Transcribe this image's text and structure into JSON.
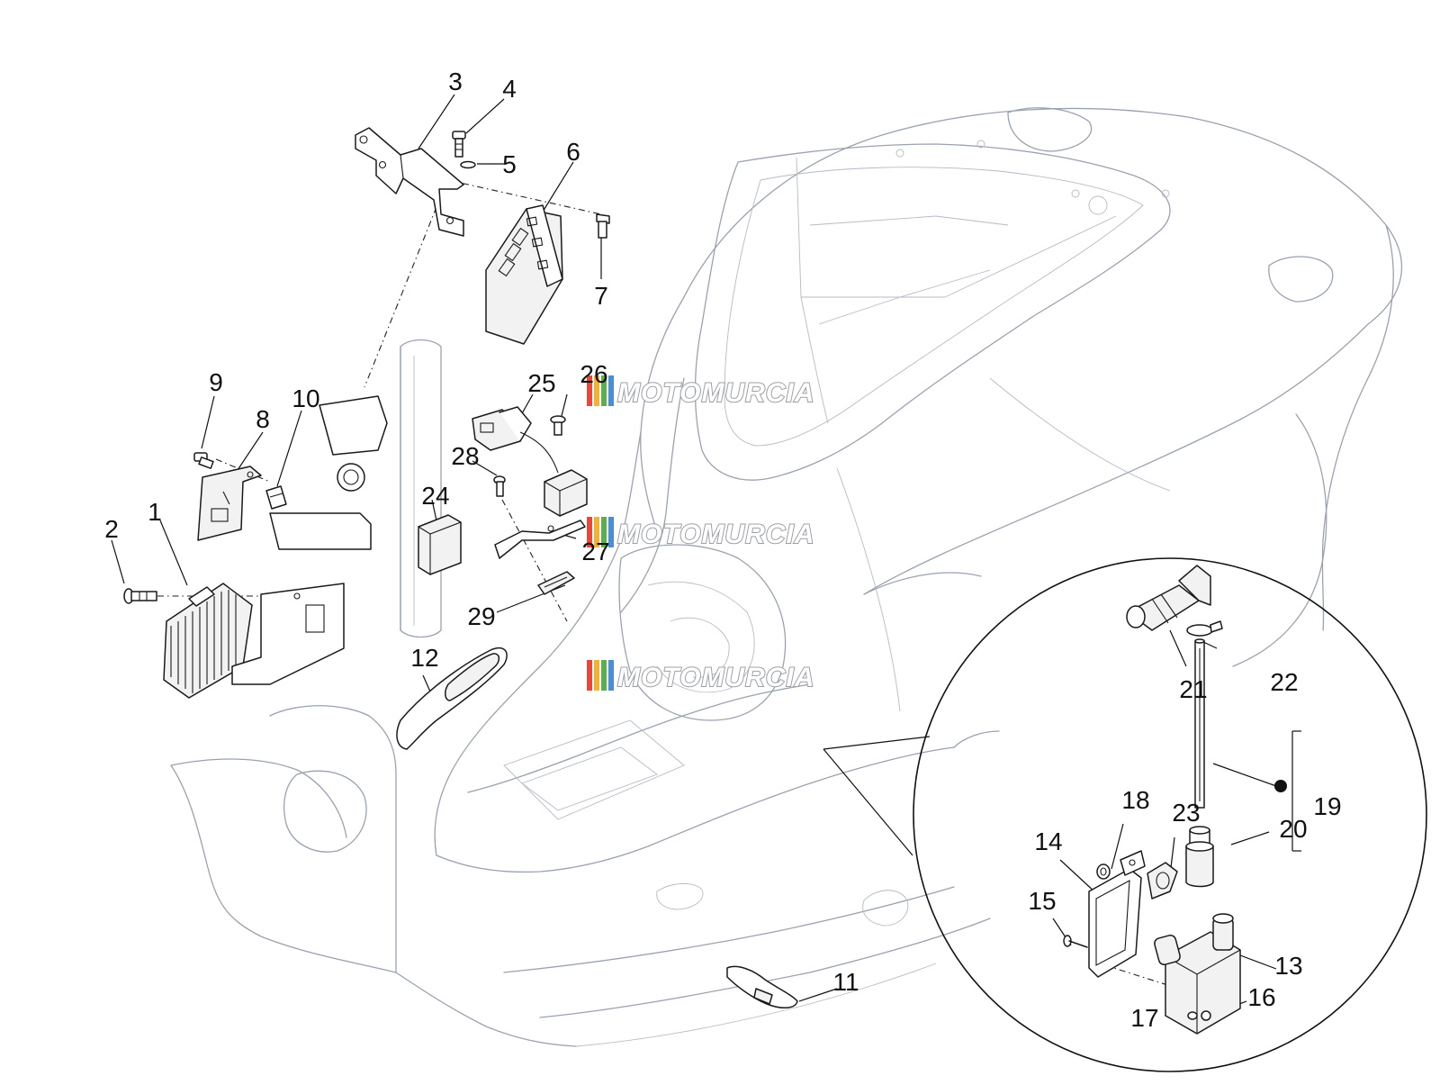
{
  "callouts": {
    "n1": "1",
    "n2": "2",
    "n3": "3",
    "n4": "4",
    "n5": "5",
    "n6": "6",
    "n7": "7",
    "n8": "8",
    "n9": "9",
    "n10": "10",
    "n11": "11",
    "n12": "12",
    "n13": "13",
    "n14": "14",
    "n15": "15",
    "n16": "16",
    "n17": "17",
    "n18": "18",
    "n19": "19",
    "n20": "20",
    "n21": "21",
    "n22": "22",
    "n23": "23",
    "n24": "24",
    "n25": "25",
    "n26": "26",
    "n27": "27",
    "n28": "28",
    "n29": "29"
  },
  "watermark": {
    "text": "MOTOMURCIA",
    "stripe_colors": [
      "#e9473a",
      "#f2b233",
      "#5cae4e",
      "#4a8fd2"
    ]
  },
  "colors": {
    "frame_outline": "#9aa2b0",
    "part_outline": "#1a1a1a",
    "background": "#ffffff"
  }
}
